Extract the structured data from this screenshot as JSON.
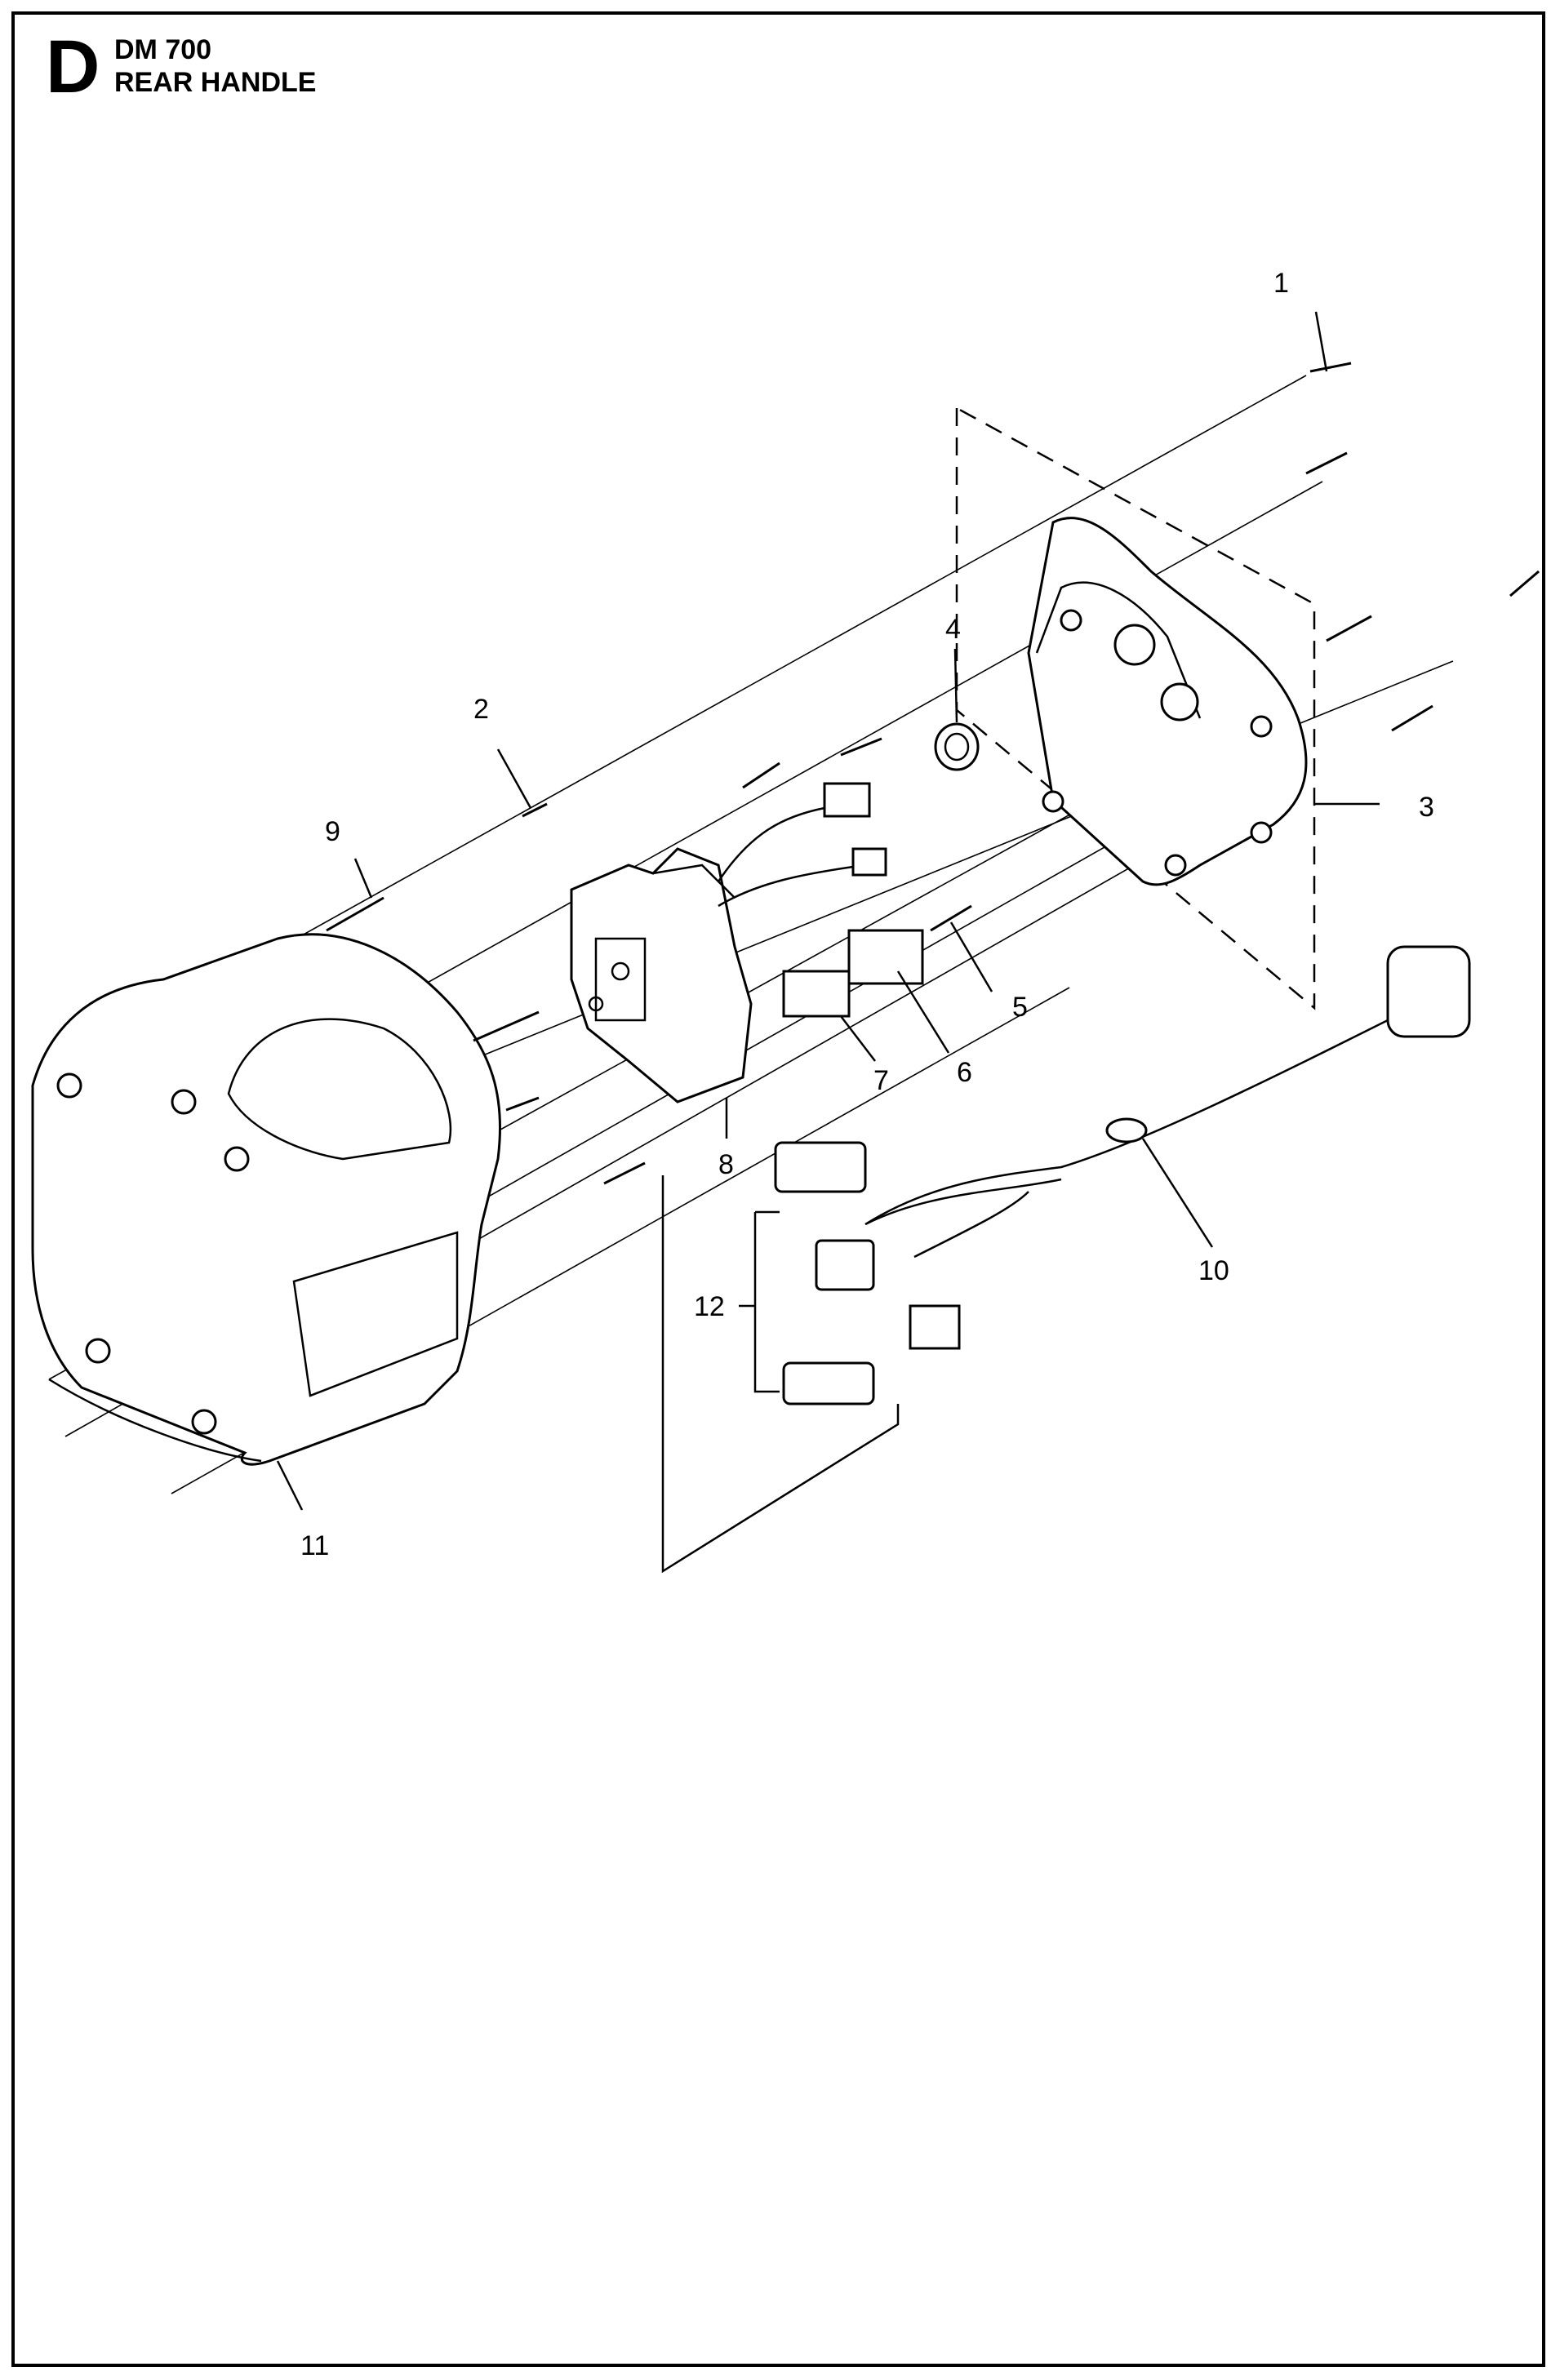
{
  "header": {
    "section_letter": "D",
    "model": "DM 700",
    "title": "REAR HANDLE"
  },
  "callouts": [
    "1",
    "2",
    "3",
    "4",
    "5",
    "6",
    "7",
    "8",
    "9",
    "10",
    "11",
    "12"
  ]
}
